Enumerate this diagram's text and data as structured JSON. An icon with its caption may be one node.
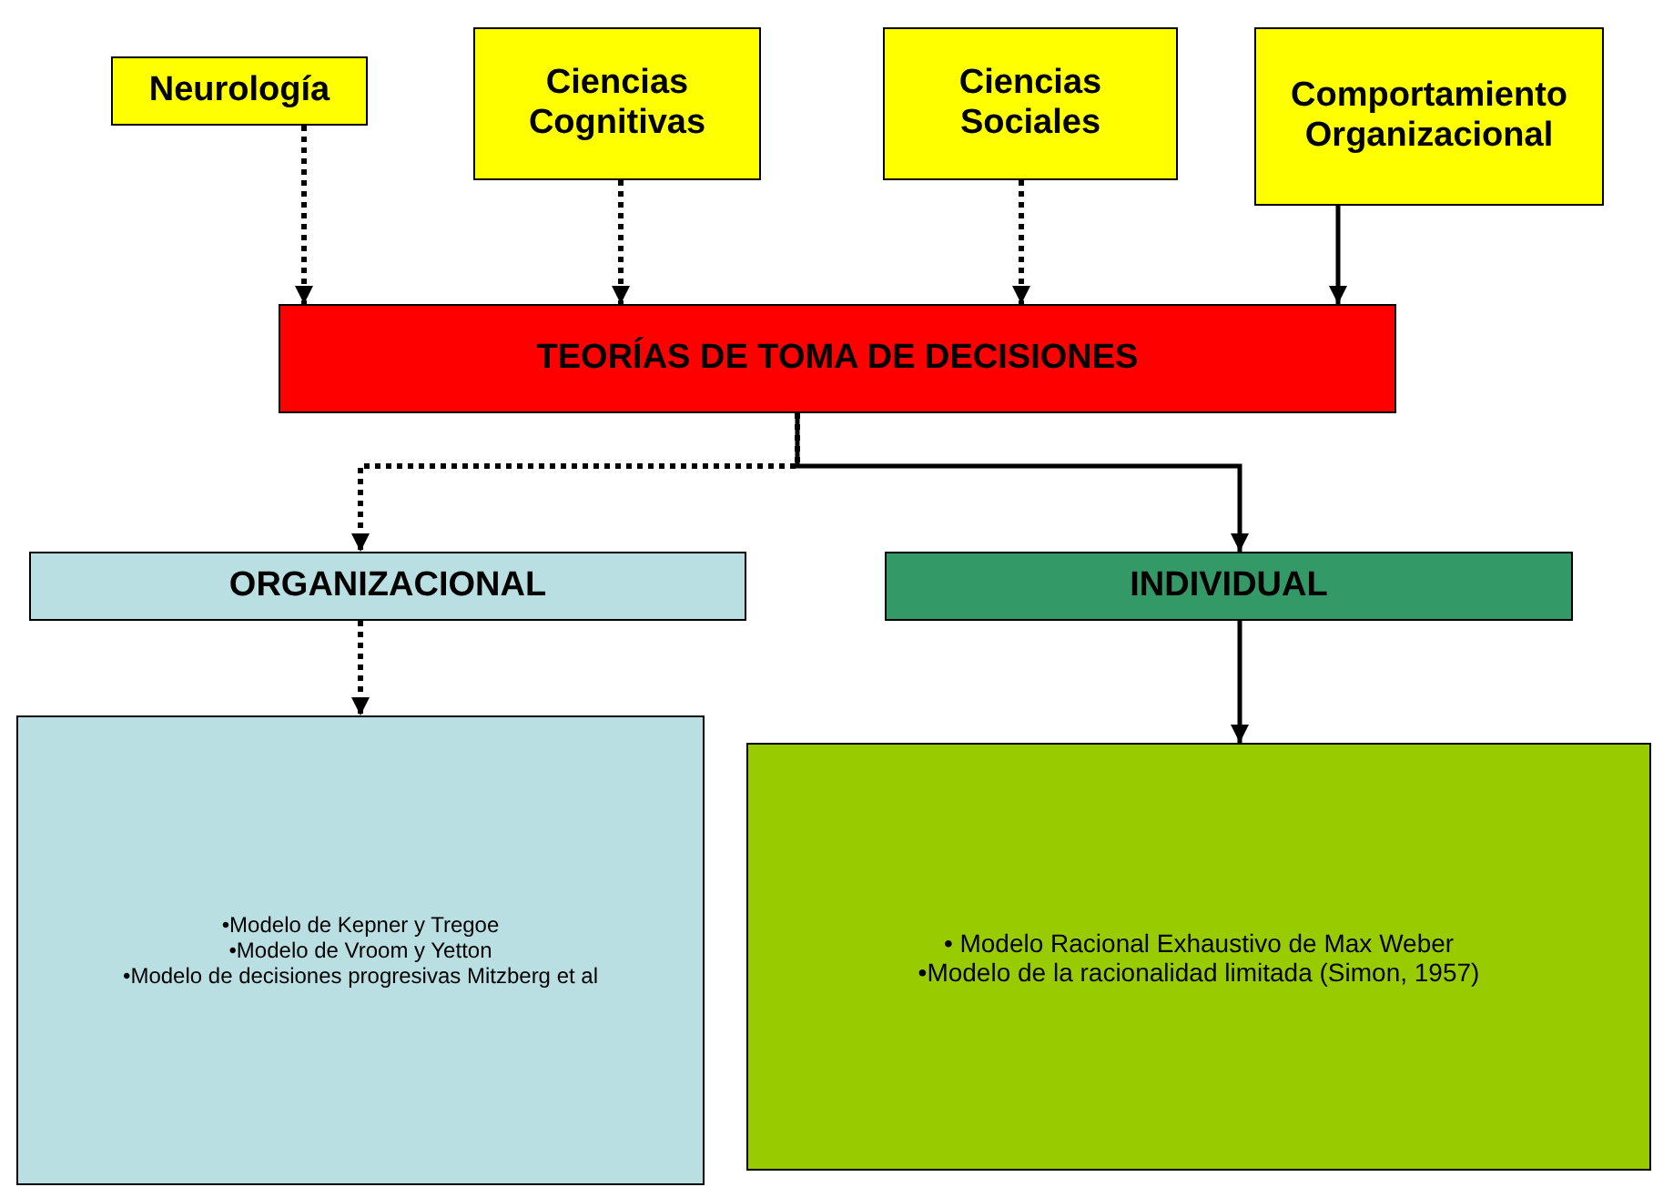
{
  "diagram": {
    "nodes": [
      {
        "text": [
          "Neurología"
        ]
      },
      {
        "text": [
          "Ciencias Cognitivas"
        ]
      },
      {
        "text": [
          "Ciencias Sociales"
        ]
      },
      {
        "text": [
          "Comportamiento Organizacional"
        ]
      },
      {
        "text": [
          "TEORÍAS  DE TOMA DE DECISIONES"
        ]
      },
      {
        "text": [
          "ORGANIZACIONAL"
        ]
      },
      {
        "text": [
          "INDIVIDUAL"
        ]
      },
      {
        "text": [
          "•Modelo de Kepner y Tregoe",
          "•Modelo de Vroom y Yetton",
          "•Modelo de decisiones progresivas Mitzberg et al"
        ]
      },
      {
        "text": [
          "• Modelo Racional Exhaustivo de Max Weber",
          "•Modelo de la racionalidad limitada (Simon, 1957)"
        ]
      }
    ],
    "edges": [
      {
        "from": 0,
        "to": 4,
        "arrow": "to",
        "style": "dashed"
      },
      {
        "from": 1,
        "to": 4,
        "arrow": "to",
        "style": "dashed"
      },
      {
        "from": 2,
        "to": 4,
        "arrow": "to",
        "style": "dashed"
      },
      {
        "from": 3,
        "to": 4,
        "arrow": "to"
      },
      {
        "from": 4,
        "to": 5,
        "arrow": "to",
        "style": "dashed"
      },
      {
        "from": 4,
        "to": 6,
        "arrow": "to"
      },
      {
        "from": 5,
        "to": 7,
        "arrow": "to",
        "style": "dashed"
      },
      {
        "from": 6,
        "to": 8,
        "arrow": "to"
      }
    ]
  }
}
